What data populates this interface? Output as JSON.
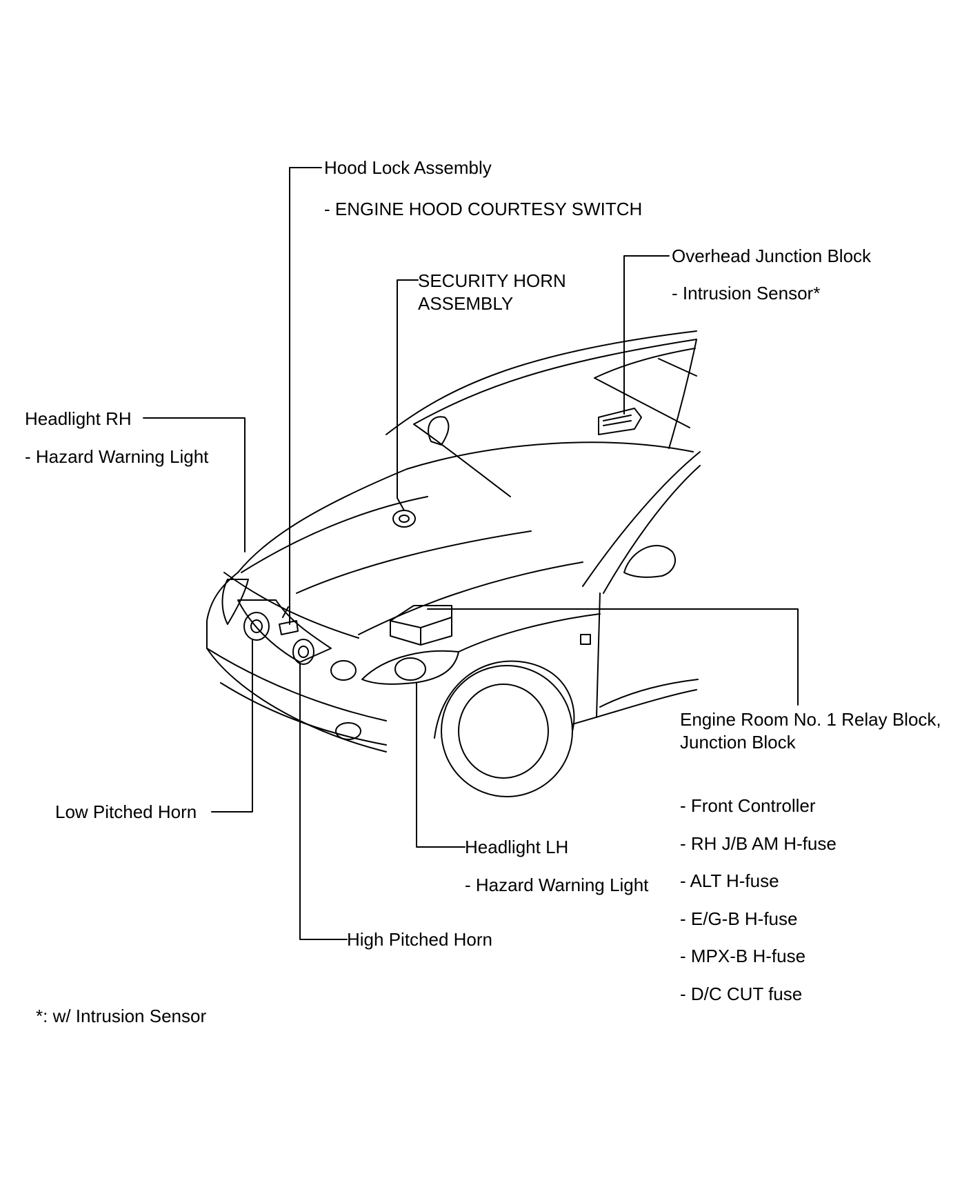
{
  "labels": {
    "hood_lock": "Hood Lock Assembly",
    "hood_lock_sub": "- ENGINE HOOD COURTESY SWITCH",
    "overhead_jb": "Overhead Junction Block",
    "overhead_jb_sub": "- Intrusion Sensor*",
    "security_horn_line1": "SECURITY HORN",
    "security_horn_line2": "ASSEMBLY",
    "headlight_rh": "Headlight RH",
    "headlight_rh_sub": "- Hazard Warning Light",
    "engine_room_line1": "Engine Room No. 1 Relay Block,",
    "engine_room_line2": "Junction Block",
    "low_horn": "Low Pitched Horn",
    "headlight_lh": "Headlight LH",
    "headlight_lh_sub": "- Hazard Warning Light",
    "high_horn": "High Pitched Horn",
    "engine_room_items": [
      "- Front Controller",
      "- RH J/B AM H-fuse",
      "- ALT H-fuse",
      "- E/G-B H-fuse",
      "- MPX-B H-fuse",
      "- D/C CUT fuse"
    ],
    "footnote": "*: w/ Intrusion Sensor"
  }
}
